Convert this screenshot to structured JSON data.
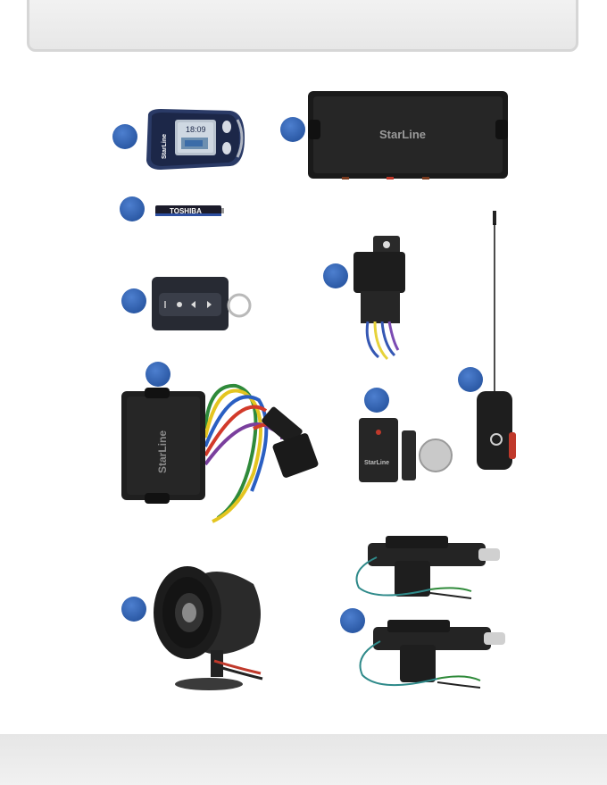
{
  "components": {
    "remote_screen_time": "18:09",
    "remote_brand": "StarLine",
    "main_unit_brand": "StarLine",
    "battery_brand": "TOSHIBA",
    "can_module_brand": "StarLine",
    "sensor_brand": "StarLine"
  },
  "colors": {
    "marker": "#2c5aa6",
    "header_border": "#d6d6d6",
    "footer_band": "#e9e9e9"
  }
}
